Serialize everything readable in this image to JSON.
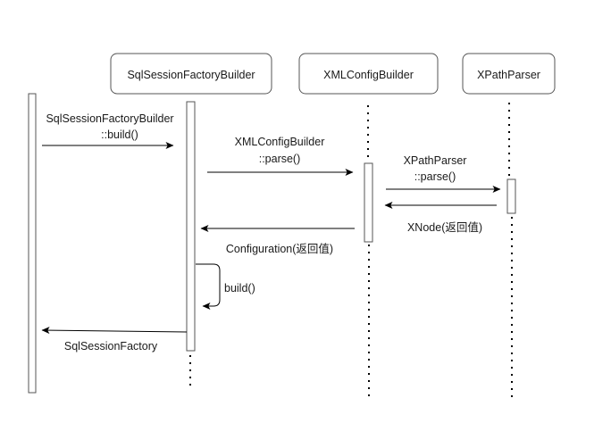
{
  "participants": [
    {
      "name": "SqlSessionFactoryBuilder"
    },
    {
      "name": "XMLConfigBuilder"
    },
    {
      "name": "XPathParser"
    }
  ],
  "messages": [
    {
      "line1": "SqlSessionFactoryBuilder",
      "line2": "::build()"
    },
    {
      "line1": "XMLConfigBuilder",
      "line2": "::parse()"
    },
    {
      "line1": "XPathParser",
      "line2": "::parse()"
    },
    {
      "text": "XNode(返回值)"
    },
    {
      "text": "Configuration(返回值)"
    },
    {
      "text": "build()"
    },
    {
      "text": "SqlSessionFactory"
    }
  ]
}
